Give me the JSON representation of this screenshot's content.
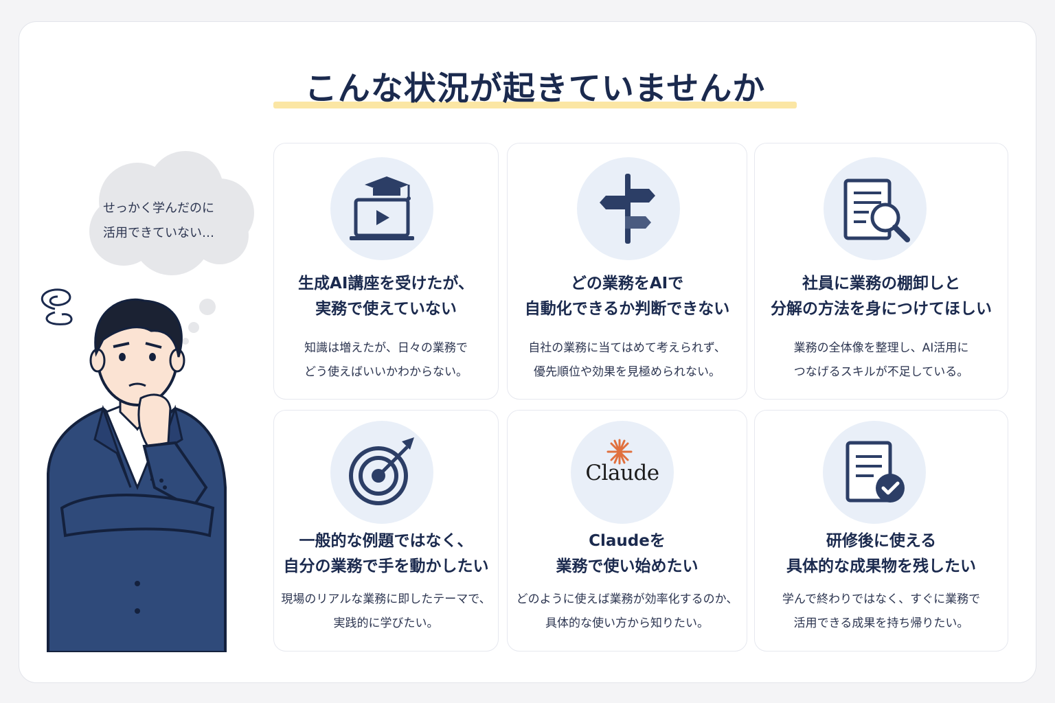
{
  "title": "こんな状況が起きていませんか",
  "thought": {
    "line1": "せっかく学んだのに",
    "line2": "活用できていない…"
  },
  "cards": [
    {
      "icon": "video-course-icon",
      "title_line1": "生成AI講座を受けたが、",
      "title_line2": "実務で使えていない",
      "desc_line1": "知識は増えたが、日々の業務で",
      "desc_line2": "どう使えばいいかわからない。"
    },
    {
      "icon": "signpost-icon",
      "title_line1": "どの業務をAIで",
      "title_line2": "自動化できるか判断できない",
      "desc_line1": "自社の業務に当てはめて考えられず、",
      "desc_line2": "優先順位や効果を見極められない。"
    },
    {
      "icon": "document-search-icon",
      "title_line1": "社員に業務の棚卸しと",
      "title_line2": "分解の方法を身につけてほしい",
      "desc_line1": "業務の全体像を整理し、AI活用に",
      "desc_line2": "つなげるスキルが不足している。"
    },
    {
      "icon": "target-icon",
      "title_line1": "一般的な例題ではなく、",
      "title_line2": "自分の業務で手を動かしたい",
      "desc_line1": "現場のリアルな業務に即したテーマで、",
      "desc_line2": "実践的に学びたい。"
    },
    {
      "icon": "claude-logo-icon",
      "logo_text": "Claude",
      "title_line1": "Claudeを",
      "title_line2": "業務で使い始めたい",
      "desc_line1": "どのように使えば業務が効率化するのか、",
      "desc_line2": "具体的な使い方から知りたい。"
    },
    {
      "icon": "document-check-icon",
      "title_line1": "研修後に使える",
      "title_line2": "具体的な成果物を残したい",
      "desc_line1": "学んで終わりではなく、すぐに業務で",
      "desc_line2": "活用できる成果を持ち帰りたい。"
    }
  ],
  "colors": {
    "navy": "#2c3e66",
    "highlight": "#fbe6a4",
    "icon_bg": "#e9eff8",
    "claude_orange": "#e0703e"
  }
}
